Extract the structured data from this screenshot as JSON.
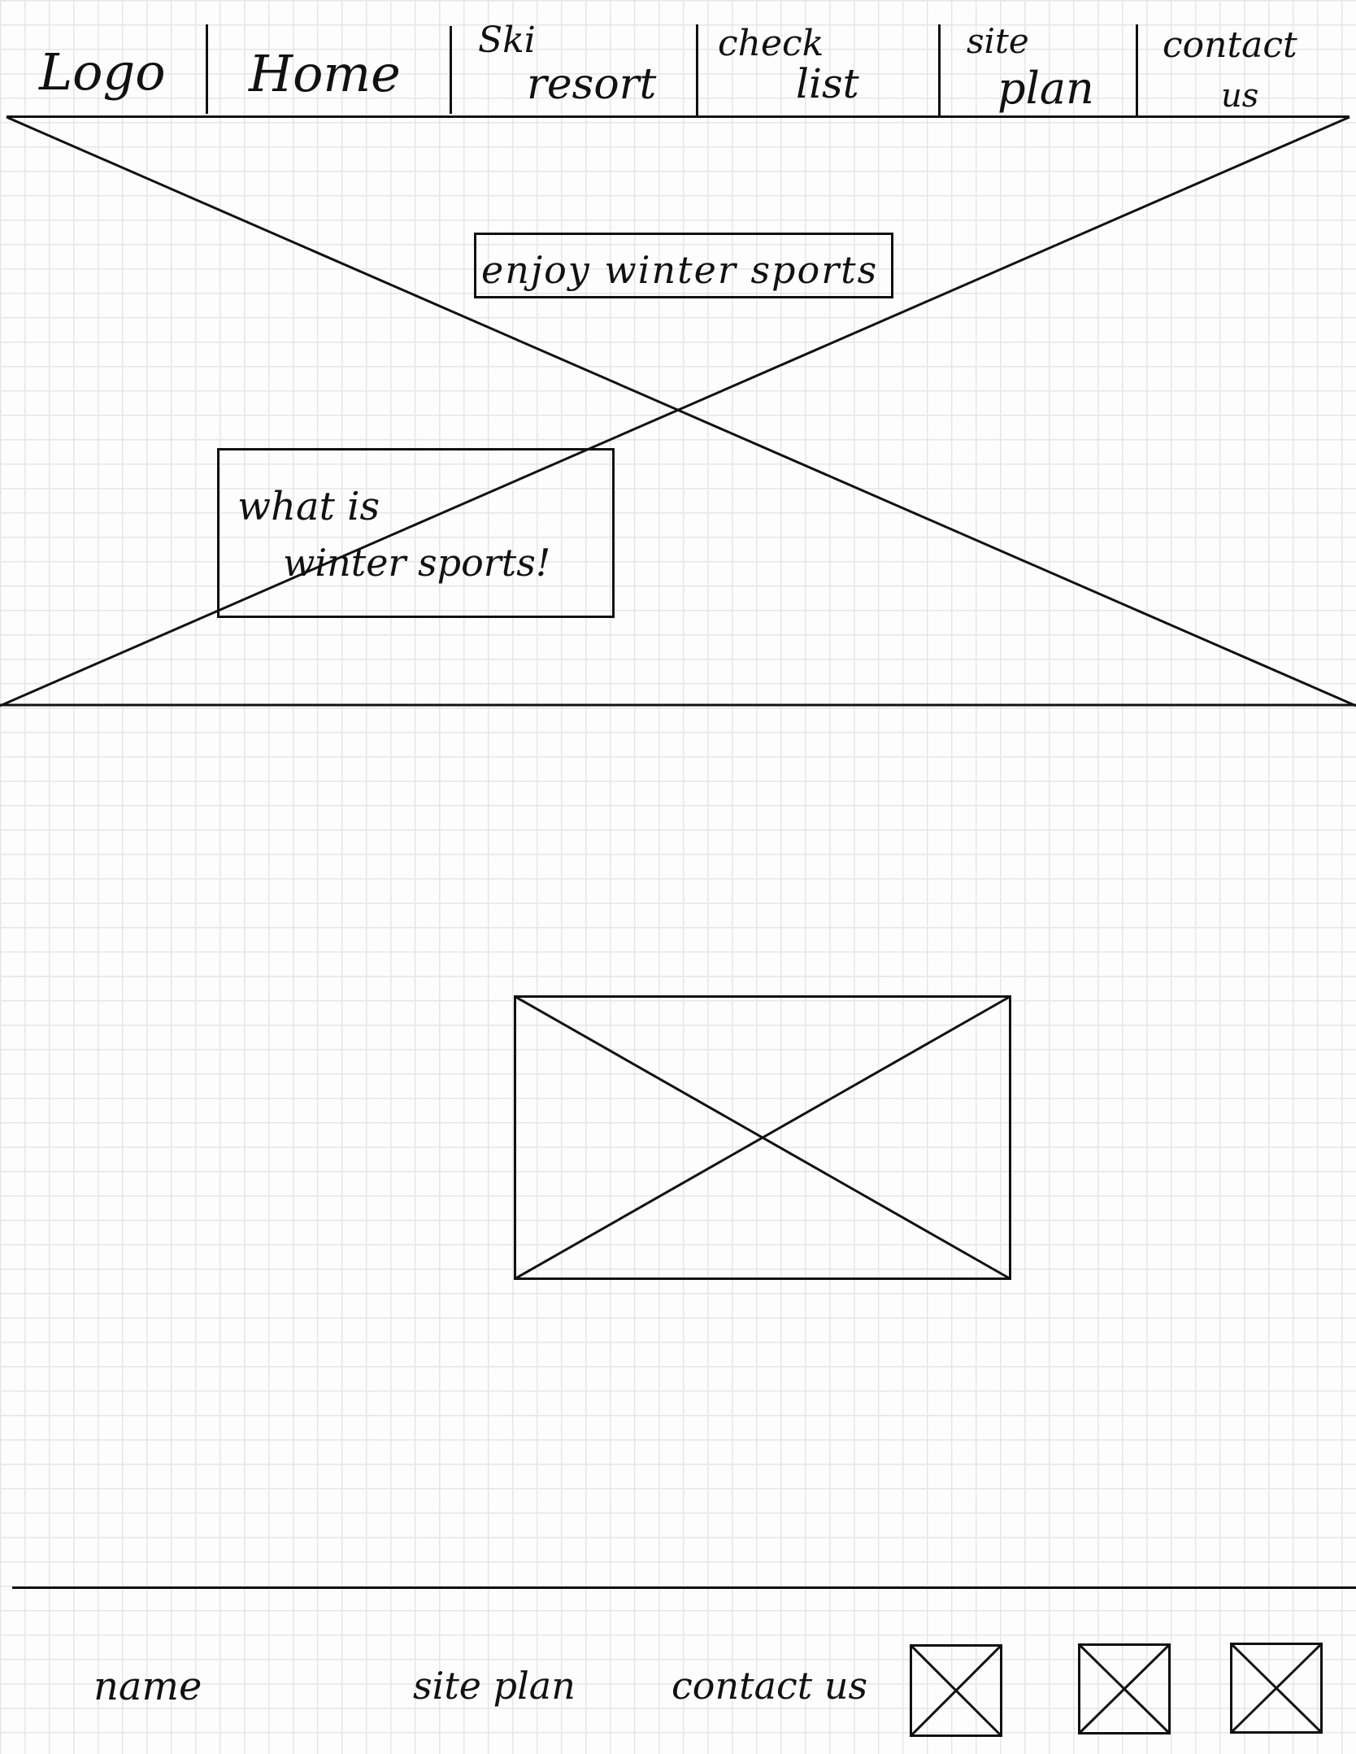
{
  "nav": {
    "logo": "Logo",
    "items": [
      {
        "line1": "Home",
        "line2": ""
      },
      {
        "line1": "Ski",
        "line2": "resort"
      },
      {
        "line1": "check",
        "line2": "list"
      },
      {
        "line1": "site",
        "line2": "plan"
      },
      {
        "line1": "contact",
        "line2": "us"
      }
    ]
  },
  "hero": {
    "caption": "enjoy winter sports"
  },
  "intro": {
    "line1": "what is",
    "line2": "winter sports!"
  },
  "footer": {
    "name": "name",
    "site_plan": "site plan",
    "contact": "contact us"
  },
  "colors": {
    "ink": "#111111",
    "grid": "#e6e6e6",
    "paper": "#fdfdfd"
  }
}
